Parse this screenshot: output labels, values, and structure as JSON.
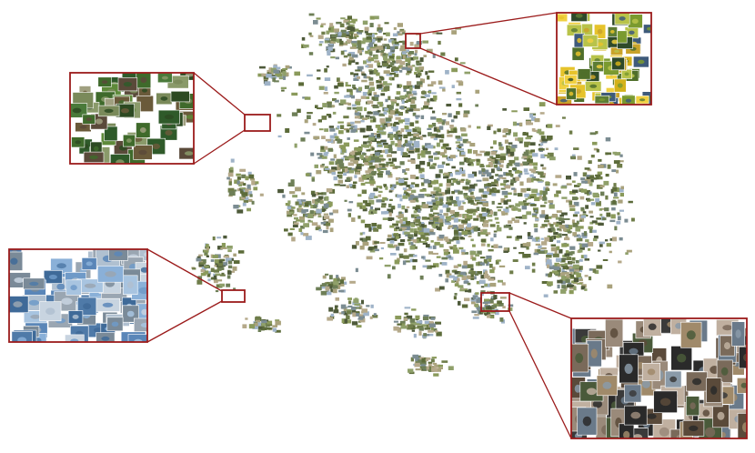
{
  "figure": {
    "kind": "tsne-image-embedding",
    "callout_color": "#9b1b1b",
    "thumbnail_palette": [
      "#6f7d4a",
      "#8a9a5b",
      "#5c6b3a",
      "#a9a27c",
      "#7b8c92",
      "#9fb3c8",
      "#4e5a3a",
      "#b5a98a",
      "#6e7f57",
      "#8fa06a"
    ],
    "insets": [
      {
        "name": "yellow-birds",
        "palette": [
          "#d4b21a",
          "#e6c32b",
          "#7a9a2f",
          "#4f6f2a",
          "#b8c34a",
          "#3e5a7a",
          "#c9a32a",
          "#5d7d35",
          "#f0d040",
          "#2f4a2a"
        ]
      },
      {
        "name": "green-foliage-birds",
        "palette": [
          "#3f6a2b",
          "#5e8a3a",
          "#2d4a22",
          "#8a9a6a",
          "#6a5a3a",
          "#4a7a3a",
          "#a0a080",
          "#2f5a2a",
          "#7a8a5a",
          "#5a4a3a"
        ]
      },
      {
        "name": "birds-in-flight-sky",
        "palette": [
          "#6f9ac8",
          "#8ab0d8",
          "#4f7aa8",
          "#a8c4e0",
          "#9aa6b2",
          "#c8d4e0",
          "#5a86b8",
          "#7a8a98",
          "#b0c0d0",
          "#3f6a98"
        ]
      },
      {
        "name": "perched-birds-mixed",
        "palette": [
          "#5a4a3a",
          "#7a6a5a",
          "#3a3a3a",
          "#8a9aa8",
          "#a08a6a",
          "#4a5a3a",
          "#6a7a8a",
          "#c0b0a0",
          "#2a2a2a",
          "#9a8a7a"
        ]
      }
    ]
  }
}
